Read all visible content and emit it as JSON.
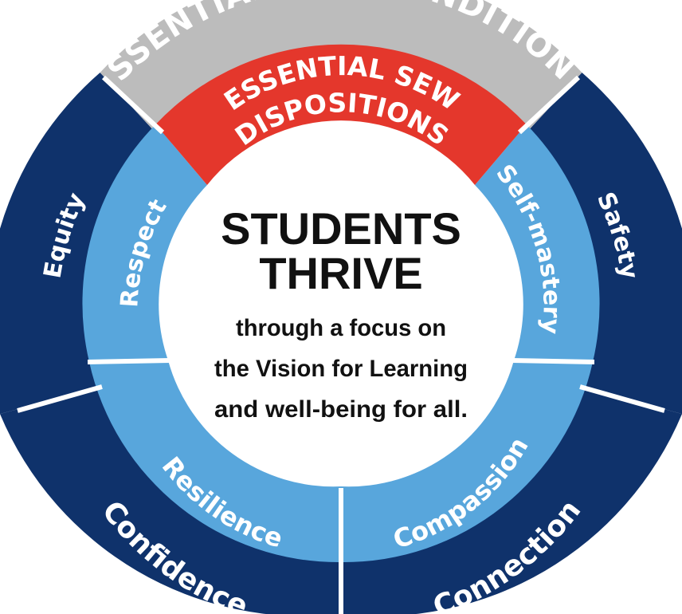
{
  "colors": {
    "outer_conditions": "#bcbcbc",
    "outer_ring": "#0f326b",
    "inner_dispositions": "#e4372c",
    "inner_ring": "#58a6dc",
    "center": "#ffffff",
    "separator": "#ffffff",
    "center_text": "#111111"
  },
  "outer_ring": {
    "header": "ESSENTIAL SEW CONDITIONS",
    "segments": [
      {
        "key": "equity",
        "label": "Equity"
      },
      {
        "key": "safety",
        "label": "Safety"
      },
      {
        "key": "connection",
        "label": "Connection"
      },
      {
        "key": "confidence",
        "label": "Confidence"
      }
    ]
  },
  "inner_ring": {
    "header_line1": "ESSENTIAL SEW",
    "header_line2": "DISPOSITIONS",
    "segments": [
      {
        "key": "respect",
        "label": "Respect"
      },
      {
        "key": "self_mastery",
        "label": "Self-mastery"
      },
      {
        "key": "compassion",
        "label": "Compassion"
      },
      {
        "key": "resilience",
        "label": "Resilience"
      }
    ]
  },
  "center": {
    "title_line1": "STUDENTS",
    "title_line2": "THRIVE",
    "body_line1": "through a focus on",
    "body_line2": "the Vision for Learning",
    "body_line3": "and well-being for all."
  }
}
